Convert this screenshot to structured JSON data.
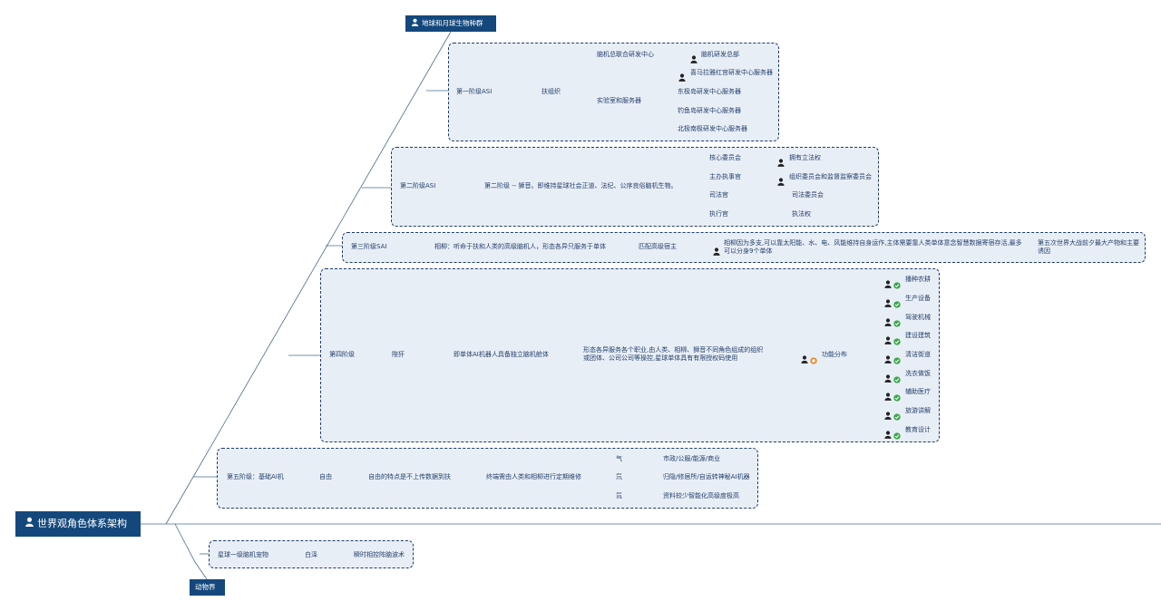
{
  "root": {
    "title": "世界观角色体系架构"
  },
  "top_category": {
    "label": "地球和月球生物种群"
  },
  "bottom_category": {
    "label": "动物界"
  },
  "asi1": {
    "level": "第一阶级ASI",
    "group": "扶组织",
    "center": "脑机总联合研发中心",
    "center_hq": "脑机研发总部",
    "lab": "实验室和服务器",
    "servers": [
      "喜马拉雅红宫研发中心服务器",
      "东极岛研发中心服务器",
      "钓鱼岛研发中心服务器",
      "北极南极研发中心服务器"
    ]
  },
  "asi2": {
    "level": "第二阶级ASI",
    "desc": "第二阶级 -- 狮音。即维持星球社会正道、法纪、公序良俗脑机生物。",
    "roles": [
      {
        "name": "核心委员会",
        "detail": "拥有立法权"
      },
      {
        "name": "主办执事官",
        "detail": "组织委员会和监督监察委员会"
      },
      {
        "name": "司法官",
        "detail": "司法委员会"
      },
      {
        "name": "执行官",
        "detail": "执法权"
      }
    ]
  },
  "sai3": {
    "level": "第三阶级SAI",
    "desc": "相柳：听命于扶和人类的高级脑机人，形态各异只服务于单体",
    "match": "匹配高级宿主",
    "detail": "相柳因为多支,可以靠太阳能、水、电、风能维持自身运作,主体需要靠人类单体意念智慧数据寄宿存活,最多可以分身9个单体",
    "origin": "第五次世界大战前夕最大产物和主要诱因"
  },
  "level4": {
    "level": "第四阶级",
    "name": "陛犴",
    "desc1": "即单体AI机器人具备独立脑机舱体",
    "desc2": "形态各异服务各个职业,由人类、相柳、狮音不同角色组成的组织或团体、公司公司等操控,星球单体具有有限授权码使用",
    "func": "功能分布",
    "functions": [
      "播种农耕",
      "生产设备",
      "驾驶机械",
      "建设建筑",
      "清洁街道",
      "洗衣做饭",
      "辅助医疗",
      "旅游讲解",
      "教育设计"
    ]
  },
  "level5": {
    "level": "第五阶级：基础AI机",
    "name": "自由",
    "desc": "自由的特点是不上传数据到扶",
    "maint": "终端需由人类和相柳进行定期维修",
    "items": [
      {
        "name": "气",
        "detail": "市政/公服/能源/商业"
      },
      {
        "name": "氘",
        "detail": "归隐/修居所/自运转神秘AI机器"
      },
      {
        "name": "氚",
        "detail": "资料较少智能化高级度极高"
      }
    ]
  },
  "animal": {
    "pet": "星球一级脑机宠物",
    "name": "白泽",
    "desc": "瞬时相控阵脑波术"
  },
  "colors": {
    "node": "#14487c",
    "box": "#e8eef6",
    "line": "#4a6b93",
    "check": "#3aa84a",
    "warn": "#e78a2b"
  }
}
